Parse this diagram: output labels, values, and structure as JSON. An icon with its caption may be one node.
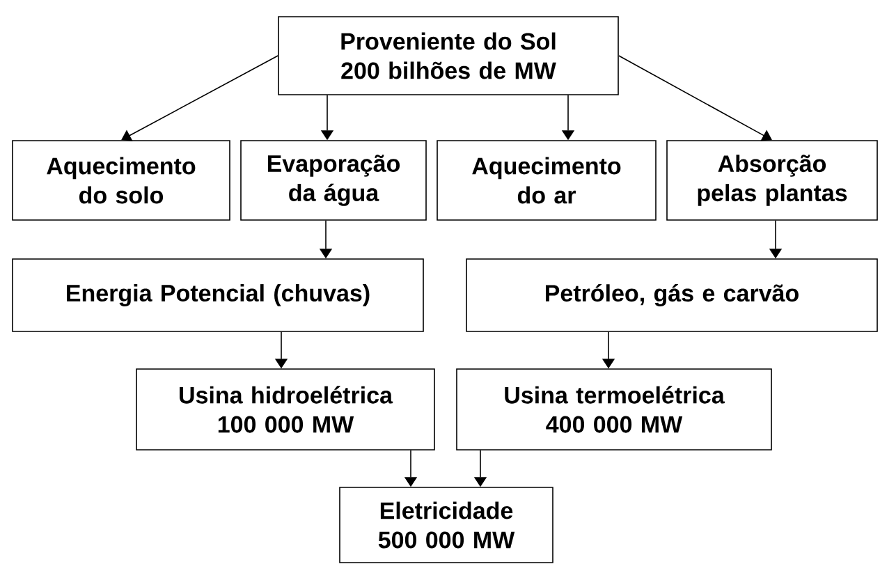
{
  "diagram": {
    "nodes": [
      {
        "text": [
          "Proveniente do Sol",
          "200 bilhões de MW"
        ]
      },
      {
        "text": [
          "Aquecimento do solo"
        ]
      },
      {
        "text": [
          "Evaporação da água"
        ]
      },
      {
        "text": [
          "Aquecimento do ar"
        ]
      },
      {
        "text": [
          "Absorção pelas plantas"
        ]
      },
      {
        "text": [
          "Energia Potencial (chuvas)"
        ]
      },
      {
        "text": [
          "Petróleo, gás e carvão"
        ]
      },
      {
        "text": [
          "Usina hidroelétrica",
          "100 000 MW"
        ]
      },
      {
        "text": [
          "Usina termoelétrica",
          "400 000 MW"
        ]
      },
      {
        "text": [
          "Eletricidade",
          "500 000 MW"
        ]
      }
    ],
    "edges": [
      {
        "from": 0,
        "to": 1,
        "arrow": "to"
      },
      {
        "from": 0,
        "to": 2,
        "arrow": "to"
      },
      {
        "from": 0,
        "to": 3,
        "arrow": "to"
      },
      {
        "from": 0,
        "to": 4,
        "arrow": "to"
      },
      {
        "from": 2,
        "to": 5,
        "arrow": "to"
      },
      {
        "from": 4,
        "to": 6,
        "arrow": "to"
      },
      {
        "from": 5,
        "to": 7,
        "arrow": "to"
      },
      {
        "from": 6,
        "to": 8,
        "arrow": "to"
      },
      {
        "from": 7,
        "to": 9,
        "arrow": "to"
      },
      {
        "from": 8,
        "to": 9,
        "arrow": "to"
      }
    ]
  }
}
